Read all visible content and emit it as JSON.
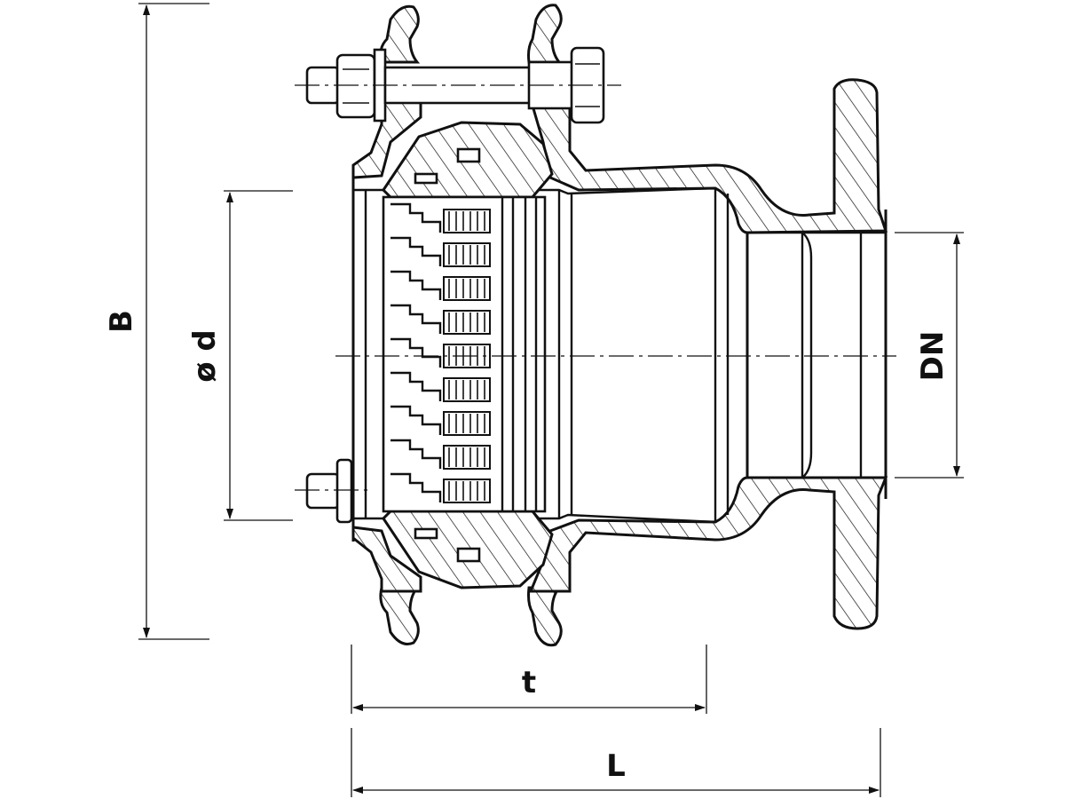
{
  "dimensions": {
    "B": "B",
    "d": "ø d",
    "DN": "DN",
    "t": "t",
    "L": "L"
  },
  "colors": {
    "line": "#111111",
    "background": "#ffffff"
  }
}
